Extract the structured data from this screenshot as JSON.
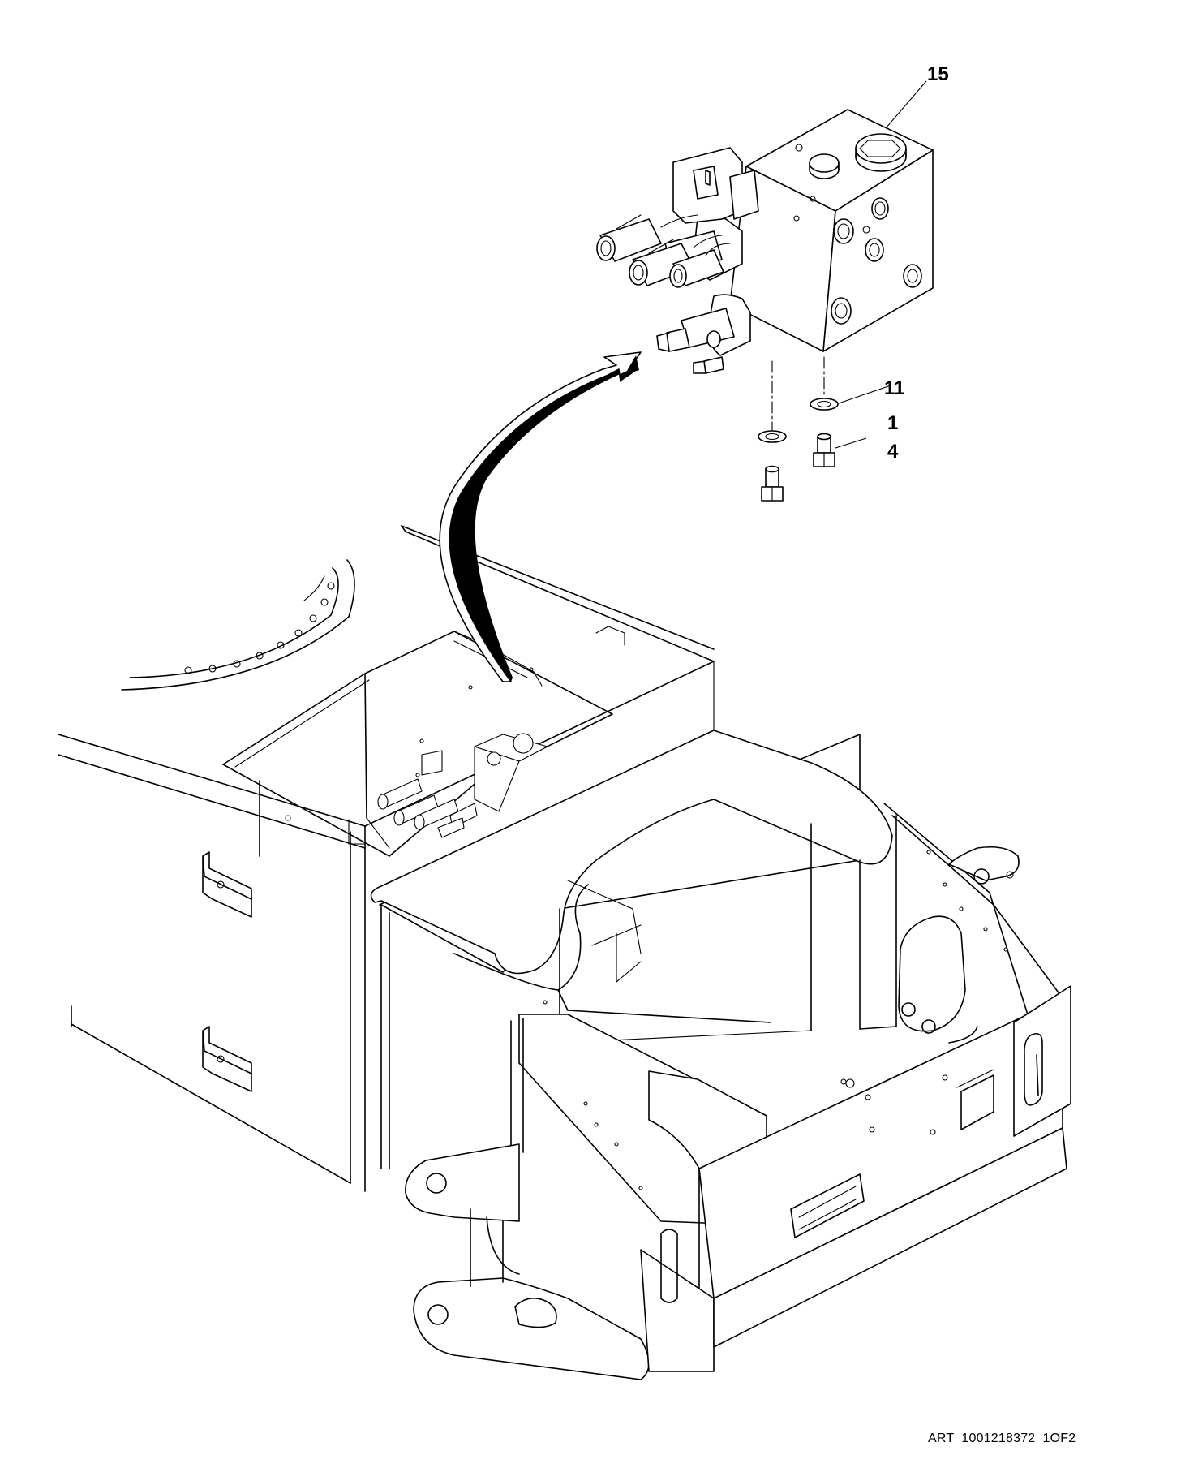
{
  "callouts": {
    "part_15": "15",
    "part_11": "11",
    "part_1": "1",
    "part_4": "4"
  },
  "drawing_id": "ART_1001218372_1OF2"
}
